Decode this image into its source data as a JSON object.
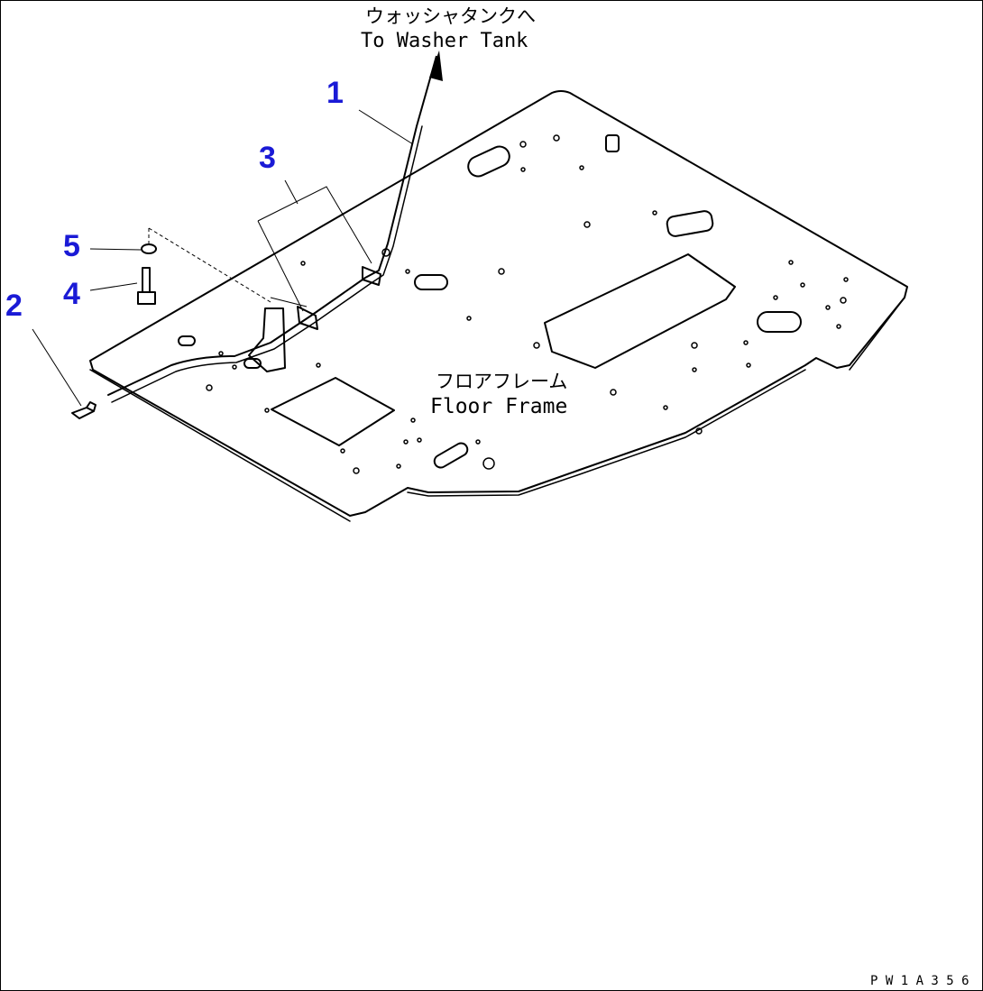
{
  "labels": {
    "washer_jp": "ウォッシャタンクへ",
    "washer_en": "To Washer Tank",
    "floor_jp": "フロアフレーム",
    "floor_en": "Floor Frame",
    "drawing_code": "P W 1 A 3 5 6"
  },
  "callouts": [
    {
      "num": "1"
    },
    {
      "num": "2"
    },
    {
      "num": "3"
    },
    {
      "num": "4"
    },
    {
      "num": "5"
    }
  ],
  "colors": {
    "line": "#000000",
    "callout": "#1a1ad6",
    "background": "#ffffff"
  }
}
